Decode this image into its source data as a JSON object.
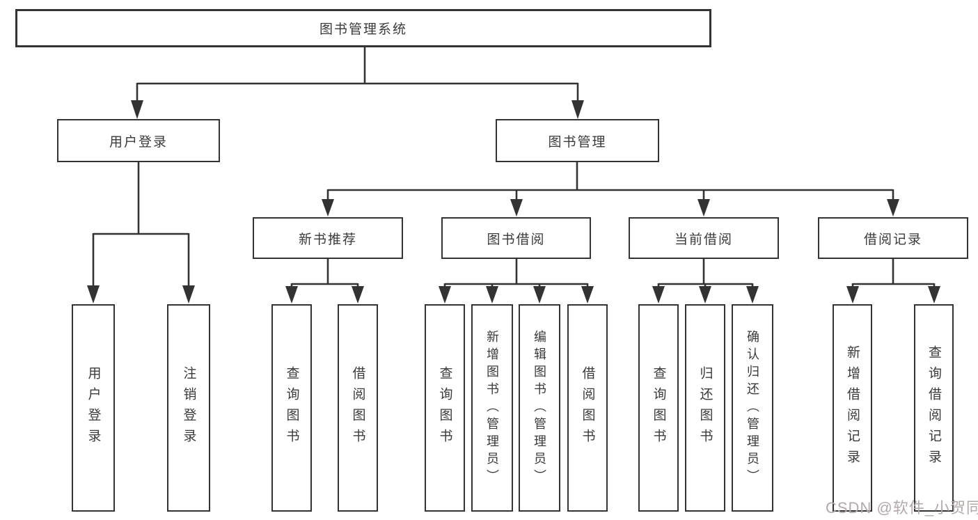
{
  "nodes": {
    "root": "图书管理系统",
    "user_login": "用户登录",
    "book_management": "图书管理",
    "user_login_leaf": "用户登录",
    "logout_leaf": "注销登录",
    "new_book_recommend": "新书推荐",
    "book_borrow": "图书借阅",
    "current_borrow": "当前借阅",
    "borrow_record": "借阅记录",
    "nb_query_book": "查询图书",
    "nb_borrow_book": "借阅图书",
    "bb_query_book": "查询图书",
    "bb_add_book": "新增图书（管理员）",
    "bb_edit_book": "编辑图书（管理员）",
    "bb_borrow_book": "借阅图书",
    "cb_query_book": "查询图书",
    "cb_return_book": "归还图书",
    "cb_confirm_return": "确认归还（管理员）",
    "br_add_record": "新增借阅记录",
    "br_query_record": "查询借阅记录"
  },
  "watermark": "CSDN @软件_小贺同学",
  "colors": {
    "line": "#333333",
    "text": "#3a3a3a",
    "watermark": "#b3a9a9",
    "background": "#ffffff"
  }
}
